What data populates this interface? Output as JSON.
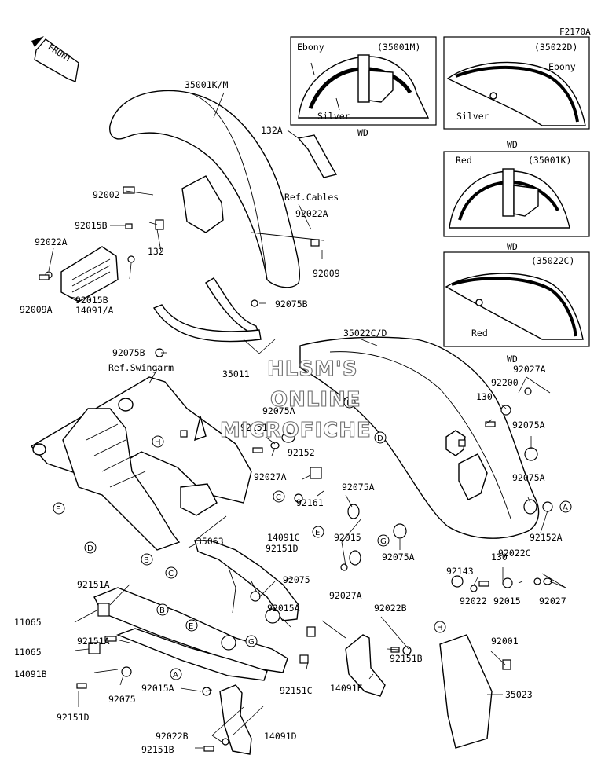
{
  "diagram_code": "F2170A",
  "front_tag": "FRONT",
  "watermark": [
    "HLSM'S",
    "ONLINE",
    "MICROFICHE"
  ],
  "insets": [
    {
      "code": "(35001M)",
      "colors": [
        "Ebony",
        "Silver"
      ],
      "wd": "WD"
    },
    {
      "code": "(35022D)",
      "colors": [
        "Ebony",
        "Silver"
      ],
      "wd": "WD"
    },
    {
      "code": "(35001K)",
      "colors": [
        "Red"
      ],
      "wd": "WD"
    },
    {
      "code": "(35022C)",
      "colors": [
        "Red"
      ],
      "wd": "WD"
    }
  ],
  "refs": {
    "cables": "Ref.Cables",
    "swingarm": "Ref.Swingarm"
  },
  "callout_letters": [
    "A",
    "B",
    "C",
    "D",
    "E",
    "F",
    "G",
    "H"
  ],
  "parts": [
    "35001K/M",
    "132A",
    "92002",
    "92015B",
    "92022A",
    "132",
    "92009",
    "92009A",
    "14091/A",
    "92075B",
    "35011",
    "35022C/D",
    "92027A",
    "92200",
    "130",
    "92075A",
    "92151",
    "92152",
    "92161",
    "92152A",
    "92015",
    "92143",
    "92022C",
    "92022",
    "92027",
    "35063",
    "14091C",
    "92151D",
    "92151A",
    "11065",
    "92075",
    "92015A",
    "92022B",
    "92151B",
    "14091E",
    "92001",
    "35023",
    "14091B",
    "92151C",
    "14091D"
  ]
}
